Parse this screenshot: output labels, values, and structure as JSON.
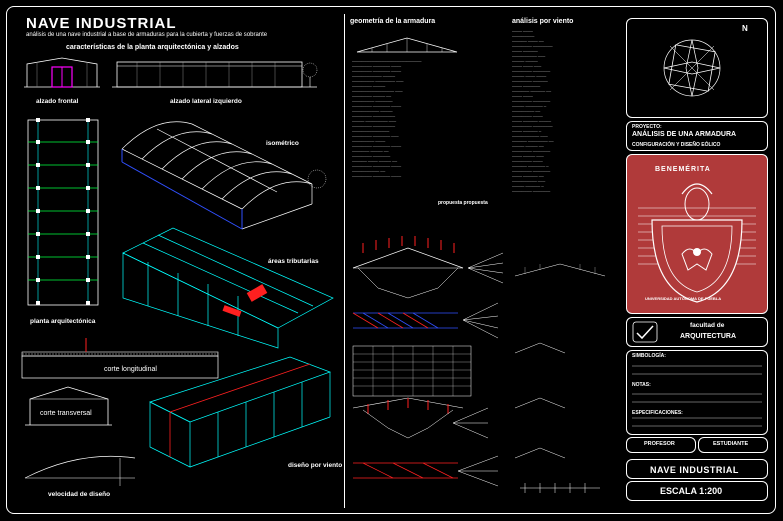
{
  "sheet": {
    "title": "NAVE INDUSTRIAL",
    "subtitle": "análisis de una nave industrial a base de armaduras para la cubierta y fuerzas de sobrante",
    "section_header": "características de la planta arquitectónica y alzados"
  },
  "left_views": {
    "alzado_frontal": "alzado frontal",
    "alzado_lateral": "alzado lateral izquierdo",
    "isometrico": "isométrico",
    "planta": "planta arquitectónica",
    "areas_tributarias": "áreas tributarias",
    "corte_longitudinal": "corte longitudinal",
    "corte_transversal": "corte transversal",
    "velocidad_diseno": "velocidad de diseño",
    "diseno_viento": "diseño por viento"
  },
  "mid_columns": {
    "geometria_header": "geometría de la armadura",
    "analisis_header": "análisis por viento",
    "propuesta_header": "propuesta propuesta"
  },
  "title_block": {
    "north_label": "N",
    "proyecto_label": "PROYECTO:",
    "proyecto_title": "ANÁLISIS DE UNA ARMADURA",
    "proyecto_sub": "CONFIGURACIÓN Y DISEÑO EÓLICO",
    "university_arc_top": "BENEMÉRITA",
    "university_arc_bottom": "UNIVERSIDAD AUTÓNOMA DE PUEBLA",
    "facultad": "facultad de",
    "arquitectura": "ARQUITECTURA",
    "simbologia": "SIMBOLOGÍA:",
    "notas": "NOTAS:",
    "especificaciones": "ESPECIFICACIONES:",
    "profesor": "PROFESOR",
    "estudiante": "ESTUDIANTE",
    "plano_nombre": "NAVE INDUSTRIAL",
    "escala": "ESCALA 1:200"
  },
  "colors": {
    "line": "#ffffff",
    "cyan": "#00ffff",
    "red": "#ff2020",
    "blue": "#3050ff",
    "green": "#00ff40",
    "title_bg": "#c0392b",
    "crest_bg": "#b03a3a"
  }
}
